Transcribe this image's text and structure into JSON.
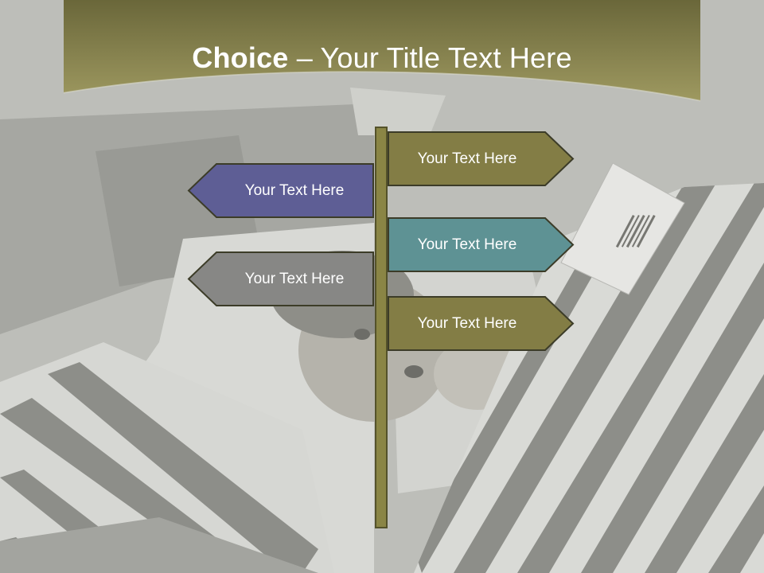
{
  "slide": {
    "title_bold": "Choice",
    "title_rest": " – Your Title Text Here"
  },
  "colors": {
    "header_top": "#6e6a3a",
    "header_bottom": "#9a945a",
    "post": "#8a8545",
    "sign_olive": "#837d45",
    "sign_purple": "#5e5e95",
    "sign_teal": "#5e9294",
    "sign_gray": "#878785",
    "sign_border": "#3c3c28"
  },
  "signs": [
    {
      "id": "right-1",
      "label": "Your Text Here",
      "direction": "right",
      "color": "olive"
    },
    {
      "id": "left-1",
      "label": "Your Text Here",
      "direction": "left",
      "color": "purple"
    },
    {
      "id": "right-2",
      "label": "Your Text Here",
      "direction": "right",
      "color": "teal"
    },
    {
      "id": "left-2",
      "label": "Your Text Here",
      "direction": "left",
      "color": "gray"
    },
    {
      "id": "right-3",
      "label": "Your Text Here",
      "direction": "right",
      "color": "olive"
    }
  ]
}
